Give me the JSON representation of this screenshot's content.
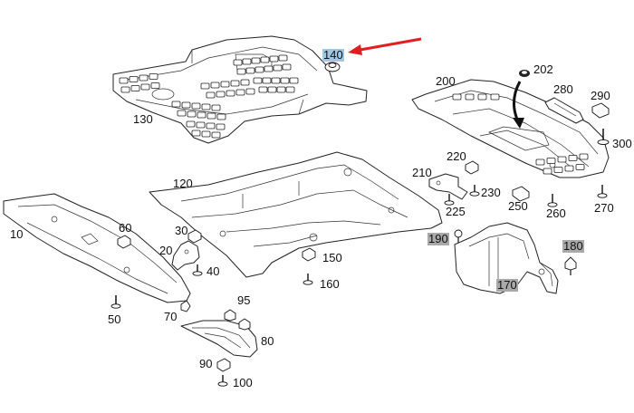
{
  "labels": {
    "p10": "10",
    "p20": "20",
    "p30": "30",
    "p40": "40",
    "p50": "50",
    "p60": "60",
    "p70": "70",
    "p80": "80",
    "p90": "90",
    "p95": "95",
    "p100": "100",
    "p120": "120",
    "p130": "130",
    "p140": "140",
    "p150": "150",
    "p160": "160",
    "p170": "170",
    "p180": "180",
    "p190": "190",
    "p200": "200",
    "p202": "202",
    "p210": "210",
    "p220": "220",
    "p225": "225",
    "p230": "230",
    "p250": "250",
    "p260": "260",
    "p270": "270",
    "p280": "280",
    "p290": "290",
    "p300": "300"
  },
  "colors": {
    "highlight_selected": "#9ec8e6",
    "highlight_gray": "#a9a9a9",
    "arrow": "#e02020"
  }
}
